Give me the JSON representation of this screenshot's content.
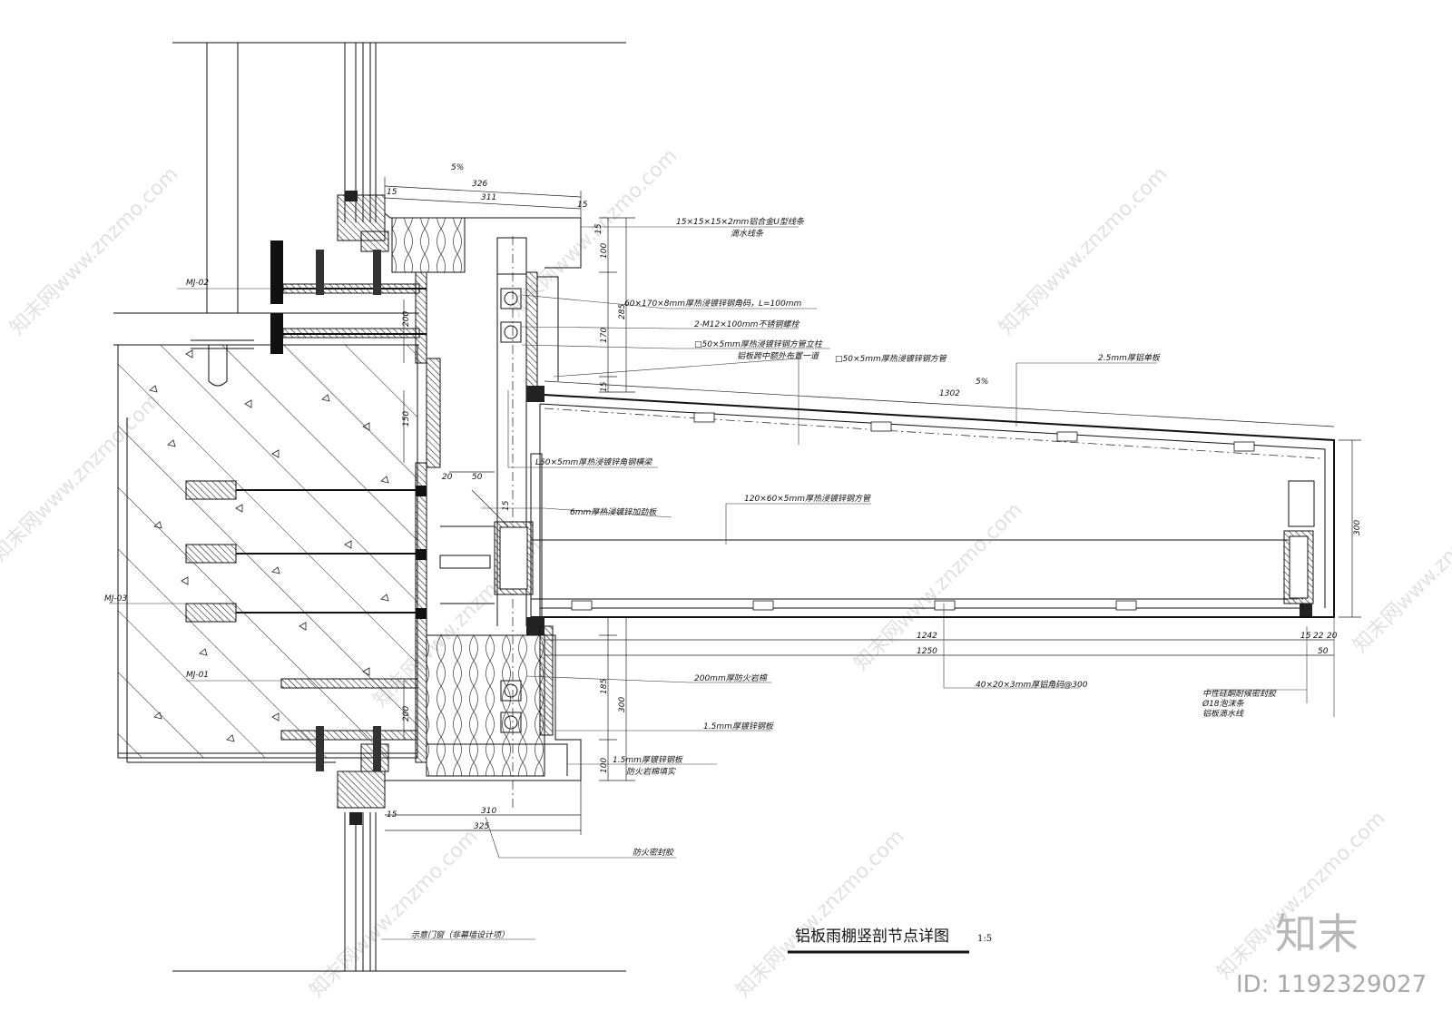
{
  "drawing": {
    "title": "铝板雨棚竖剖节点详图",
    "scale": "1:5"
  },
  "labels": {
    "mj02": "MJ-02",
    "mj03": "MJ-03",
    "mj01": "MJ-01",
    "drip_strip": "15×15×15×2mm铝合金U型线条",
    "drip_line": "滴水线条",
    "angle_code": "60×170×8mm厚热浸镀锌钢角码，L=100mm",
    "bolt": "2-M12×100mm不锈钢螺栓",
    "square_column": "□50×5mm厚热浸镀锌钢方管立柱",
    "mid_arrange": "铝板跨中额外布置一道",
    "square_tube": "□50×5mm厚热浸镀锌钢方管",
    "al_single": "2.5mm厚铝单板",
    "angle_beam": "L50×5mm厚热浸镀锌角钢横梁",
    "plate_6": "6mm厚热浸镀锌加劲板",
    "tube_120": "120×60×5mm厚热浸镀锌钢方管",
    "rock_wool": "200mm厚防火岩棉",
    "steel_15": "1.5mm厚镀锌钢板",
    "steel_15b": "1.5mm厚镀锌钢板",
    "rock_fill": "防火岩棉填实",
    "al_angle": "40×20×3mm厚铝角码@300",
    "sealant": "中性硅酮耐候密封胶",
    "foam": "Ø18泡沫条",
    "al_drip": "铝板滴水线",
    "fire_seal": "防火密封胶",
    "window": "示意门窗（非幕墙设计项）"
  },
  "dims": {
    "slope_top": "5%",
    "d326": "326",
    "d311": "311",
    "d15a": "15",
    "d15b": "15",
    "d15c": "15",
    "d100a": "100",
    "d170": "170",
    "d285": "285",
    "d15d": "15",
    "d200a": "200",
    "d150": "150",
    "d1302": "1302",
    "slope_mid": "5%",
    "d50": "50",
    "d20": "20",
    "d15e": "15",
    "d300r": "300",
    "d1242": "1242",
    "d1250": "1250",
    "d15f": "15",
    "d22": "22",
    "d20b": "20",
    "d50b": "50",
    "d185": "185",
    "d300": "300",
    "d100b": "100",
    "d200b": "200",
    "d15g": "15",
    "d310": "310",
    "d325": "325"
  },
  "watermark": {
    "text": "知末网www.znzmo.com",
    "brand": "知末",
    "id": "ID: 1192329027"
  }
}
